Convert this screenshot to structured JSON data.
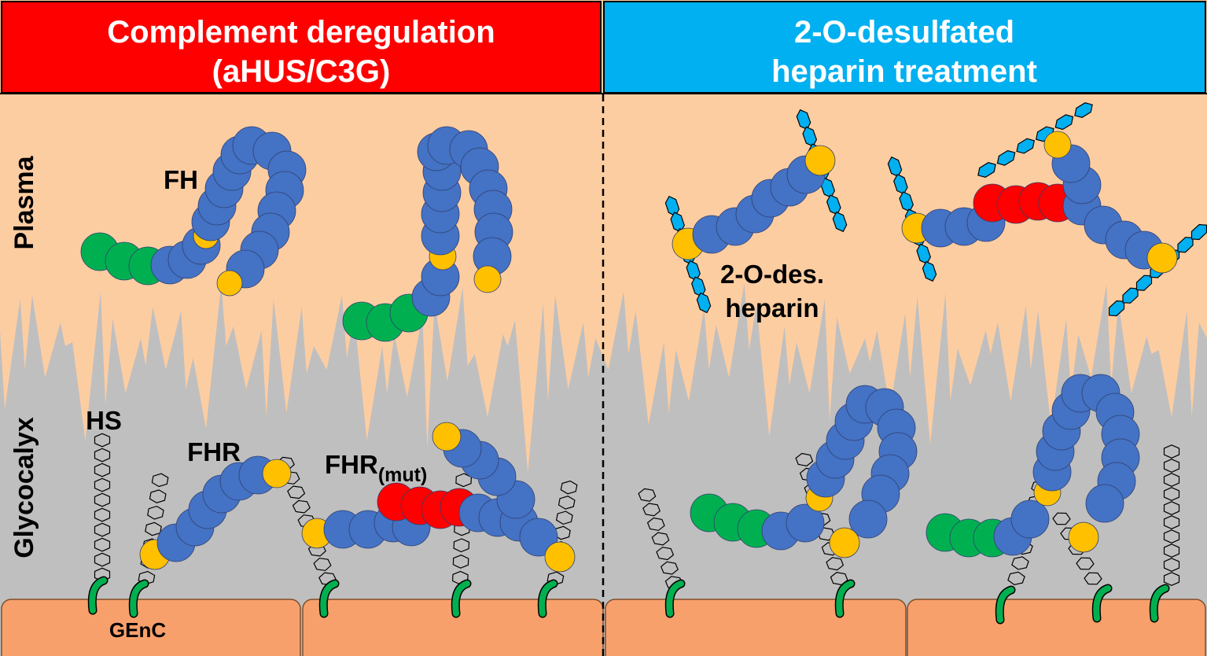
{
  "panels": {
    "left": {
      "title_line1": "Complement deregulation",
      "title_line2": "(aHUS/C3G)",
      "color": "#ff0000"
    },
    "right": {
      "title_line1": "2-O-desulfated",
      "title_line2": "heparin treatment",
      "color": "#00b0f0"
    }
  },
  "regions": {
    "plasma": "Plasma",
    "glycocalyx": "Glycocalyx",
    "cell": "GEnC"
  },
  "labels": {
    "fh": "FH",
    "hs": "HS",
    "fhr": "FHR",
    "fhr_mut_main": "FHR",
    "fhr_mut_sub": "(mut)",
    "heparin_line1": "2-O-des.",
    "heparin_line2": "heparin"
  },
  "colors": {
    "plasma": "#fdcda2",
    "glycocalyx": "#bfbfbf",
    "cell": "#f8a06c",
    "ccp_domain": "#4472c4",
    "binding_domain": "#ffc000",
    "dimerization_domain": "#ff0000",
    "c3b_binding_domain": "#00b050",
    "heparin_unit": "#00b0f0",
    "anchor": "#00b050"
  }
}
